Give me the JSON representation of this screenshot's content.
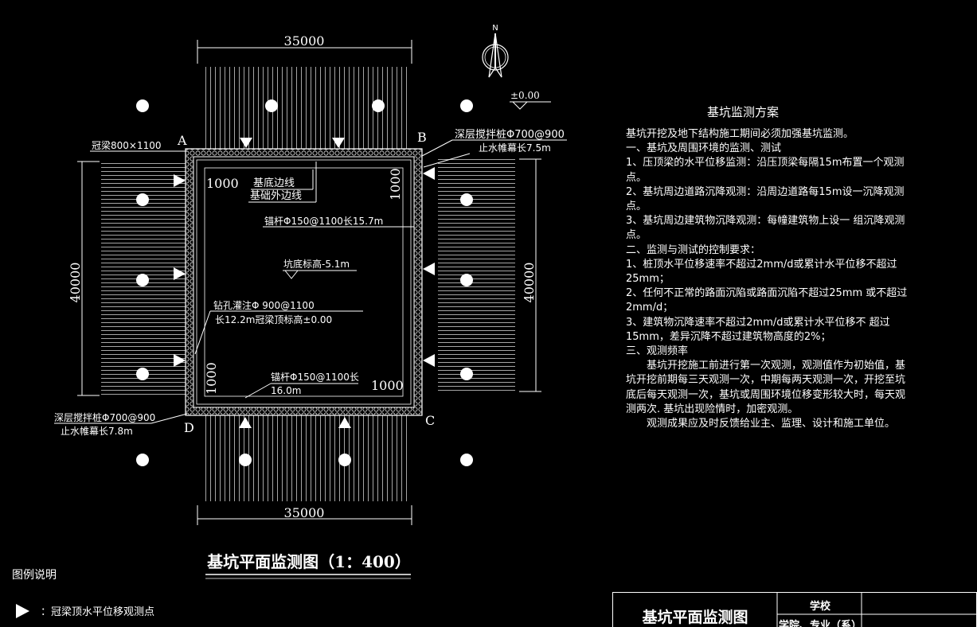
{
  "north_label": "N",
  "elevation_mark": "±0.00",
  "dimensions": {
    "top_width": "35000",
    "bottom_width": "35000",
    "left_height": "40000",
    "right_height": "40000",
    "offset_top_left": "1000",
    "offset_top_right": "1000",
    "offset_bottom_left": "1000",
    "offset_bottom_right": "1000"
  },
  "corners": {
    "a": "A",
    "b": "B",
    "c": "C",
    "d": "D"
  },
  "annotations": {
    "crown_beam": "冠梁800×1100",
    "mixing_pile_top_1": "深层搅拌桩Φ700@900",
    "mixing_pile_top_2": "止水帷幕长7.5m",
    "pit_edge": "基底边线",
    "foundation_edge": "基础外边线",
    "anchor_top": "锚杆Φ150@1100长15.7m",
    "pit_bottom": "坑底标高-5.1m",
    "bored_pile_1": "钻孔灌注Φ  900@1100",
    "bored_pile_2": "长12.2m冠梁顶标高±0.00",
    "anchor_bottom_1": "锚杆Φ150@1100长",
    "anchor_bottom_2": "16.0m",
    "mixing_pile_bottom_1": "深层搅拌桩Φ700@900",
    "mixing_pile_bottom_2": "止水帷幕长7.8m"
  },
  "plan_title": "基坑平面监测图（1：400）",
  "notes": {
    "title": "基坑监测方案",
    "lines": [
      "基坑开挖及地下结构施工期间必须加强基坑监测。",
      "一、基坑及周围环境的监测、测试",
      "1、压顶梁的水平位移监测：沿压顶梁每隔15m布置一个观测点。",
      "2、基坑周边道路沉降观测：沿周边道路每15m设一沉降观测点。",
      "3、基坑周边建筑物沉降观测：每幢建筑物上设一 组沉降观测点。",
      "二、监测与测试的控制要求：",
      "1、桩顶水平位移速率不超过2mm/d或累计水平位移不超过25mm；",
      "2、任何不正常的路面沉陷或路面沉陷不超过25mm 或不超过2mm/d；",
      "3、建筑物沉降速率不超过2mm/d或累计水平位移不 超过15mm，差异沉降不超过建筑物高度的2%；",
      "三、观测频率",
      "　　基坑开挖施工前进行第一次观测，观测值作为初始值，基坑开挖前期每三天观测一次，中期每两天观测一次，开挖至坑底后每天观测一次，基坑或周围环境位移变形较大时，每天观测两次. 基坑出现险情时，加密观测。",
      "　　观测成果应及时反馈给业主、监理、设计和施工单位。"
    ]
  },
  "legend": {
    "title": "图例说明",
    "item_label": "：冠梁顶水平位移观测点"
  },
  "title_block": {
    "drawing_name": "基坑平面监测图",
    "school_label": "学校",
    "dept_label": "学院、专业（系）"
  }
}
